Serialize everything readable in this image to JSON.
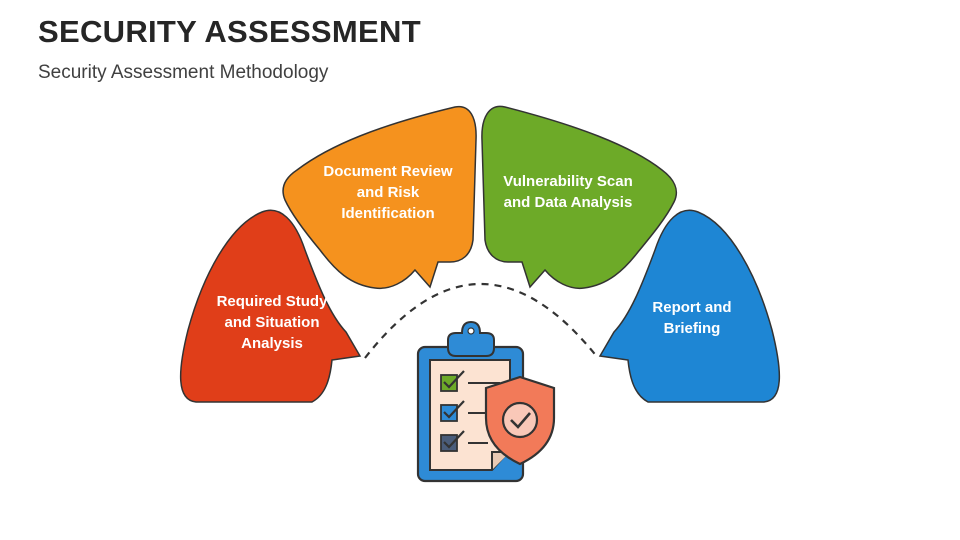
{
  "header": {
    "title": "SECURITY ASSESSMENT",
    "subtitle": "Security Assessment Methodology"
  },
  "steps": [
    {
      "label": "Required Study and Situation Analysis",
      "color": "#E03E19"
    },
    {
      "label": "Document Review and Risk Identification",
      "color": "#F5921E"
    },
    {
      "label": "Vulnerability Scan and Data Analysis",
      "color": "#6DAA28"
    },
    {
      "label": "Report and Briefing",
      "color": "#1E86D4"
    }
  ],
  "center_icon": "clipboard-shield-check-icon"
}
